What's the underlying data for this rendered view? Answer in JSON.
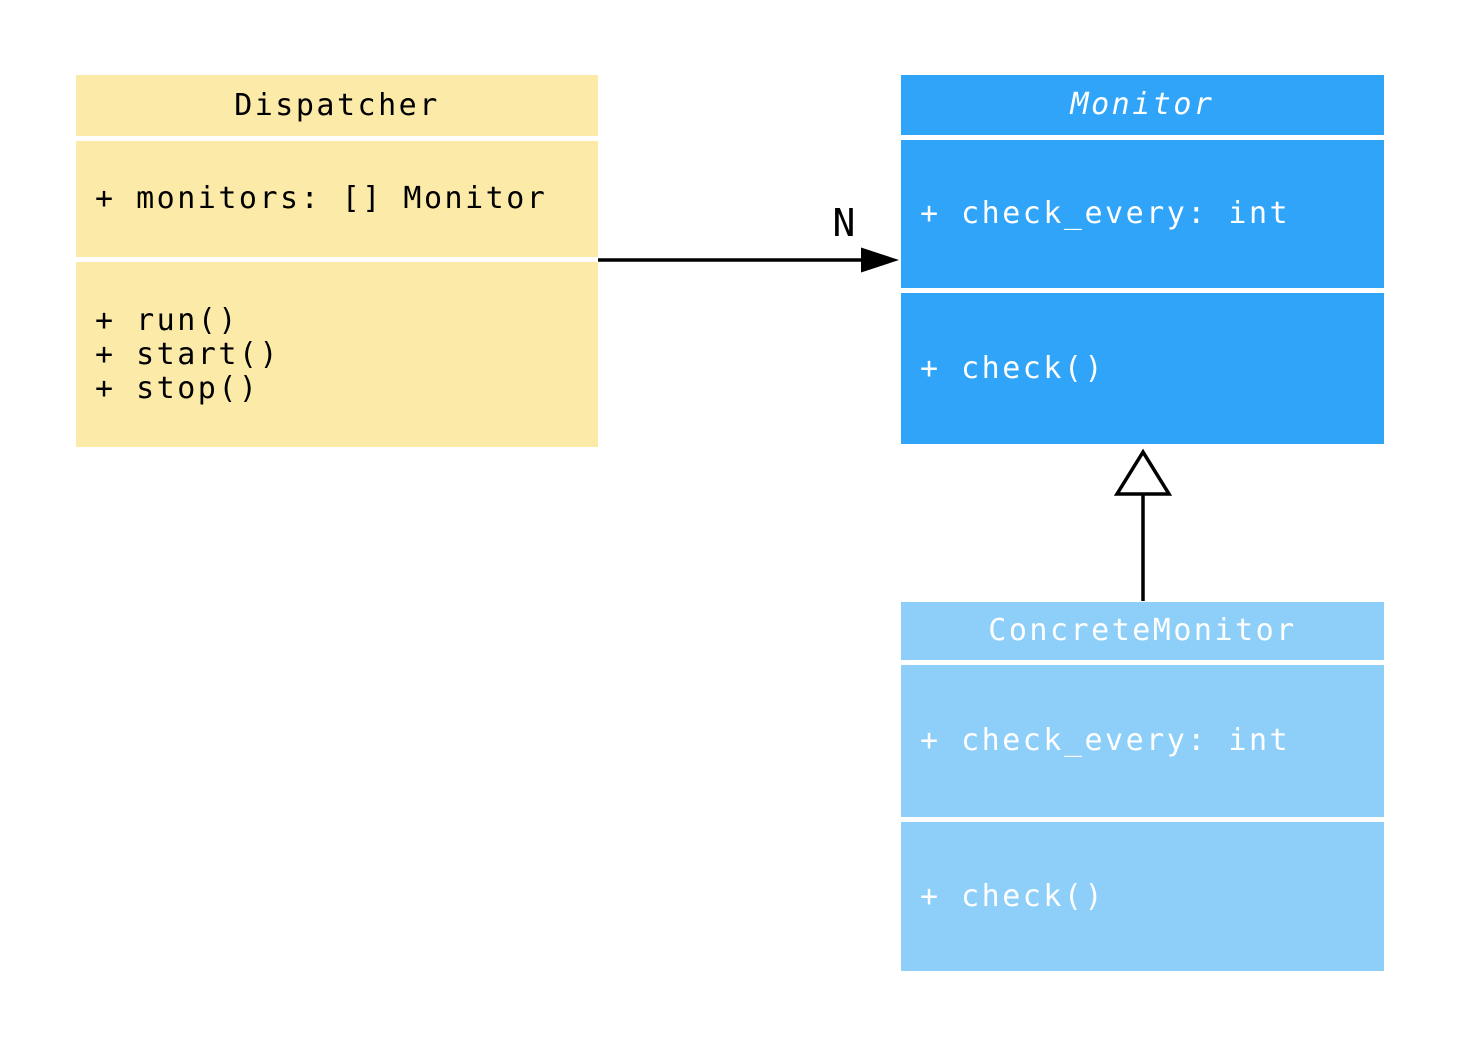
{
  "diagram": {
    "background": "#ffffff",
    "edge_color": "#000000"
  },
  "classes": [
    {
      "id": "dispatcher",
      "name": "Dispatcher",
      "abstract": false,
      "fill": "#FCEBA8",
      "text_color": "#000000",
      "attributes": [
        "+ monitors: [] Monitor"
      ],
      "methods": [
        "+ run()",
        "+ start()",
        "+ stop()"
      ]
    },
    {
      "id": "monitor",
      "name": "Monitor",
      "abstract": true,
      "fill": "#2FA4F8",
      "text_color": "#ffffff",
      "attributes": [
        "+ check_every: int"
      ],
      "methods": [
        "+ check()"
      ]
    },
    {
      "id": "concrete-monitor",
      "name": "ConcreteMonitor",
      "abstract": false,
      "fill": "#8ECFFA",
      "text_color": "#ffffff",
      "attributes": [
        "+ check_every: int"
      ],
      "methods": [
        "+ check()"
      ]
    }
  ],
  "relationships": [
    {
      "type": "association",
      "from": "Dispatcher",
      "to": "Monitor",
      "label": "N"
    },
    {
      "type": "inheritance",
      "from": "ConcreteMonitor",
      "to": "Monitor",
      "label": ""
    }
  ]
}
